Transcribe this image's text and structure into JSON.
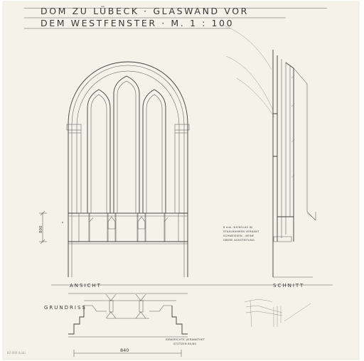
{
  "title": {
    "line1": "DOM ZU LÜBECK · GLASWAND VOR",
    "line2": "DEM WESTFENSTER ·  M. 1 : 100"
  },
  "views": {
    "elevation": "ANSICHT",
    "section": "SCHNITT",
    "plan": "GRUNDRISS"
  },
  "dimensions": {
    "height": "800",
    "width": "840"
  },
  "notes": {
    "glass": [
      "8 mm. DICKGLAS IN",
      "STAHLRAHMEN VERKANT",
      "SCHWEISSEN - KEINE",
      "OBERE AUSSTEIFUNG"
    ],
    "supports": [
      "SENKRECHTE VERANKTHET",
      "STÜTZEN 80/80"
    ]
  },
  "archive_stamp": "82-000 (Lüb)"
}
